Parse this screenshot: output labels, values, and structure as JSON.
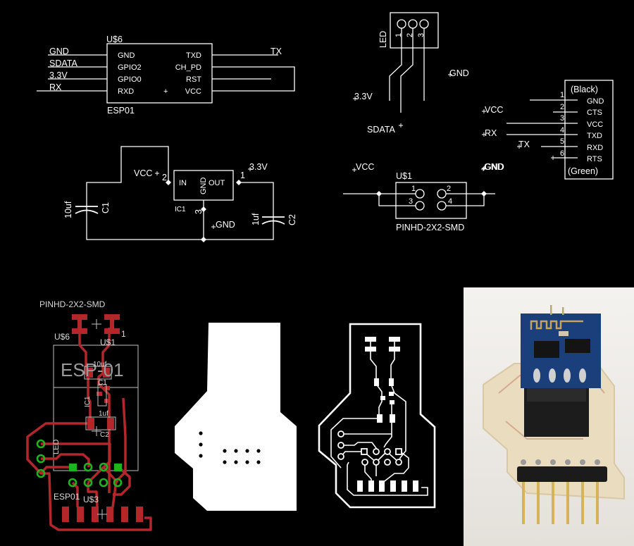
{
  "schematic_esp01": {
    "ref": "U$6",
    "value": "ESP01",
    "left_pins": [
      "GND",
      "GPIO2",
      "GPIO0",
      "RXD"
    ],
    "right_pins": [
      "TXD",
      "CH_PD",
      "RST",
      "VCC"
    ],
    "plus_mark": "+",
    "left_nets": [
      "GND",
      "SDATA",
      "3.3V",
      "RX"
    ],
    "right_net": "TX"
  },
  "schematic_regulator": {
    "ref": "IC1",
    "pin_in": "IN",
    "pin_gnd": "GND",
    "pin_out": "OUT",
    "pin_numbers": [
      "2",
      "3",
      "1"
    ],
    "net_vcc": "VCC",
    "net_out": "3.3V",
    "net_gnd": "GND",
    "c1_ref": "C1",
    "c1_value": "10uf",
    "c2_ref": "C2",
    "c2_value": "1uf"
  },
  "schematic_led": {
    "label": "LED",
    "pin_numbers": [
      "1",
      "2",
      "3"
    ],
    "nets": [
      "3.3V",
      "SDATA",
      "GND"
    ]
  },
  "schematic_ftdi": {
    "top_label": "(Black)",
    "bottom_label": "(Green)",
    "pin_numbers": [
      "1",
      "2",
      "3",
      "4",
      "5",
      "6"
    ],
    "pins": [
      "GND",
      "CTS",
      "VCC",
      "TXD",
      "RXD",
      "RTS"
    ],
    "nets": [
      "VCC",
      "RX",
      "TX",
      "GND"
    ]
  },
  "schematic_header": {
    "ref": "U$1",
    "value": "PINHD-2X2-SMD",
    "pin_numbers": [
      "1",
      "2",
      "3",
      "4"
    ],
    "nets": [
      "VCC",
      "GND"
    ]
  },
  "board_layout": {
    "labels": [
      "PINHD-2X2-SMD",
      "U$6",
      "U$1",
      "1",
      "ESP-01",
      "10uf",
      "C1",
      "IC1",
      "1uf",
      "C2",
      "LED",
      "ESP01",
      "U$3"
    ],
    "trace_color": "#b3262a",
    "via_color": "#1fb31f",
    "silk_color": "#bfbfbf"
  },
  "board_outline_image": {
    "description": "PCB outline mask with drill holes",
    "hole_rows": [
      3,
      4,
      4
    ]
  },
  "board_traces_image": {
    "description": "PCB traces mask (white on black)"
  },
  "photo": {
    "description": "Assembled ESP-01 module on milled PCB with 6-pin header",
    "module_color": "#1a3f7a",
    "pcb_color": "#eadcbf",
    "header_pin_count": 6
  }
}
